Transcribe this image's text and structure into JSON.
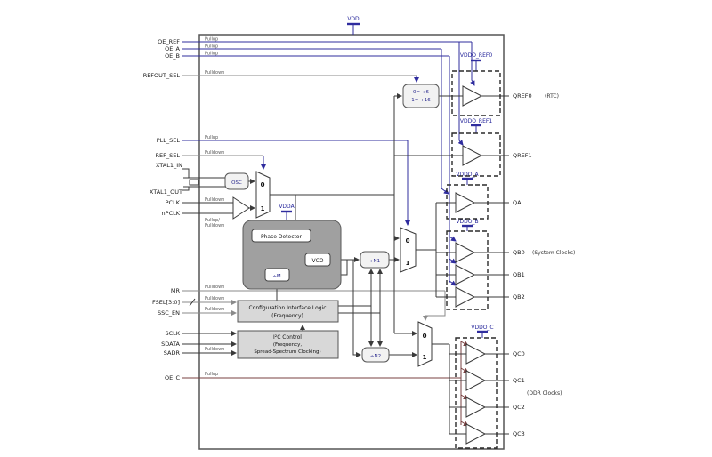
{
  "diagram": {
    "power": {
      "vdd": "VDD",
      "vdda": "VDDA",
      "vddo_ref0": "VDDO_REF0",
      "vddo_ref1": "VDDO_REF1",
      "vddo_a": "VDDO_A",
      "vddo_b": "VDDO_B",
      "vddo_c": "VDDO_C"
    },
    "pins_left": [
      {
        "name": "OE_REF",
        "pull": "Pullup"
      },
      {
        "name": "OE_A",
        "pull": "Pullup"
      },
      {
        "name": "OE_B",
        "pull": "Pullup"
      },
      {
        "name": "REFOUT_SEL",
        "pull": "Pulldown"
      },
      {
        "name": "PLL_SEL",
        "pull": "Pullup"
      },
      {
        "name": "REF_SEL",
        "pull": "Pulldown"
      },
      {
        "name": "XTAL1_IN",
        "pull": ""
      },
      {
        "name": "XTAL1_OUT",
        "pull": ""
      },
      {
        "name": "PCLK",
        "pull": "Pulldown"
      },
      {
        "name": "nPCLK",
        "pull": "Pullup/",
        "pull2": "Pulldown"
      },
      {
        "name": "MR",
        "pull": "Pulldown"
      },
      {
        "name": "FSEL[3:0]",
        "pull": "Pulldown"
      },
      {
        "name": "SSC_EN",
        "pull": "Pulldown"
      },
      {
        "name": "SCLK",
        "pull": ""
      },
      {
        "name": "SDATA",
        "pull": ""
      },
      {
        "name": "SADR",
        "pull": "Pulldown"
      },
      {
        "name": "OE_C",
        "pull": "Pullup"
      }
    ],
    "blocks": {
      "osc": "OSC",
      "phase_detector": "Phase Detector",
      "vco": "VCO",
      "div_m": "÷M",
      "div_n1": "÷N1",
      "div_n2": "÷N2",
      "ref_divider_line1": "0= ÷6",
      "ref_divider_line2": "1= ÷16",
      "config_line1": "Configuration Interface Logic",
      "config_line2": "(Frequency)",
      "i2c_line1": "I²C Control",
      "i2c_line2": "(Frequency,",
      "i2c_line3": "Spread-Spectrum Clocking)",
      "mux0": "0",
      "mux1": "1"
    },
    "outputs": [
      {
        "name": "QREF0",
        "note": "(RTC)"
      },
      {
        "name": "QREF1",
        "note": ""
      },
      {
        "name": "QA",
        "note": ""
      },
      {
        "name": "QB0",
        "note": "(System Clocks)"
      },
      {
        "name": "QB1",
        "note": ""
      },
      {
        "name": "QB2",
        "note": ""
      },
      {
        "name": "QC0",
        "note": ""
      },
      {
        "name": "QC1",
        "note": "(DDR Clocks)"
      },
      {
        "name": "QC2",
        "note": ""
      },
      {
        "name": "QC3",
        "note": ""
      }
    ],
    "colors": {
      "navy": "#2f2c9e",
      "gray_wire": "#8a8a8a",
      "black_wire": "#3a3a3a",
      "maroon": "#7a4040",
      "pll_fill": "#a0a0a0",
      "logic_fill": "#d8d8d8"
    }
  }
}
